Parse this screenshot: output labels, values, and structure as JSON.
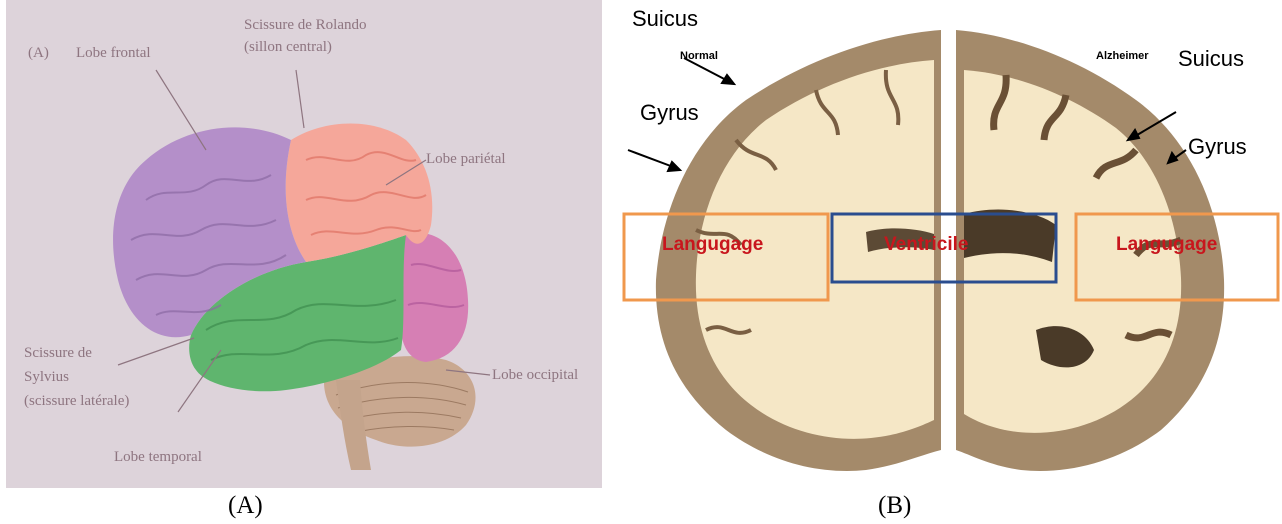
{
  "panel_a": {
    "label_a": "(A)",
    "labels": {
      "frontal": "Lobe frontal",
      "rolando_1": "Scissure de Rolando",
      "rolando_2": "(sillon central)",
      "parietal": "Lobe pariétal",
      "sylvius_1": "Scissure de",
      "sylvius_2": "Sylvius",
      "sylvius_3": "(scissure latérale)",
      "temporal": "Lobe temporal",
      "occipital": "Lobe occipital"
    },
    "colors": {
      "background": "#ddd3da",
      "frontal": "#b48fc9",
      "parietal": "#f5a79a",
      "temporal": "#5fb56e",
      "occipital": "#d67fb4",
      "cerebellum": "#c9a890"
    }
  },
  "panel_b": {
    "heading_left": "Normal",
    "heading_right": "Alzheimer",
    "sulcus_left": "Suicus",
    "sulcus_right": "Suicus",
    "gyrus_left": "Gyrus",
    "gyrus_right": "Gyrus",
    "box_left": "Langugage",
    "box_center": "Ventricile",
    "box_right": "Langugage",
    "colors": {
      "cortex": "#a48a6a",
      "white_matter": "#f5e7c6",
      "box_orange": "#f0984d",
      "box_blue": "#2a4d8f",
      "box_text": "#c8161d"
    }
  },
  "captions": {
    "a": "(A)",
    "b": "(B)"
  }
}
